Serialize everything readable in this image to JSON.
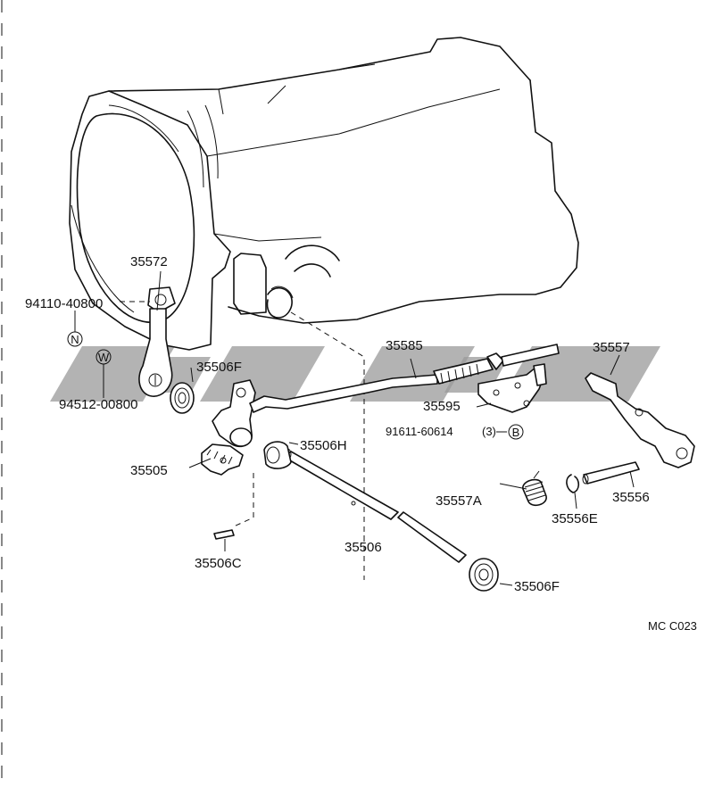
{
  "diagram_code": "MC C023",
  "parts": {
    "p35572": "35572",
    "p94110": "94110-40800",
    "p94512": "94512-00800",
    "p35506F_a": "35506F",
    "p35505": "35505",
    "p35506H": "35506H",
    "p35506C": "35506C",
    "p35506": "35506",
    "p35506F_b": "35506F",
    "p35585": "35585",
    "p35595": "35595",
    "p91611": "91611-60614",
    "p91611_qty": "(3)",
    "p35557": "35557",
    "p35557A": "35557A",
    "p35556E": "35556E",
    "p35556": "35556"
  },
  "symbols": {
    "n_symbol": "N",
    "w_symbol": "W",
    "b_symbol": "B"
  }
}
